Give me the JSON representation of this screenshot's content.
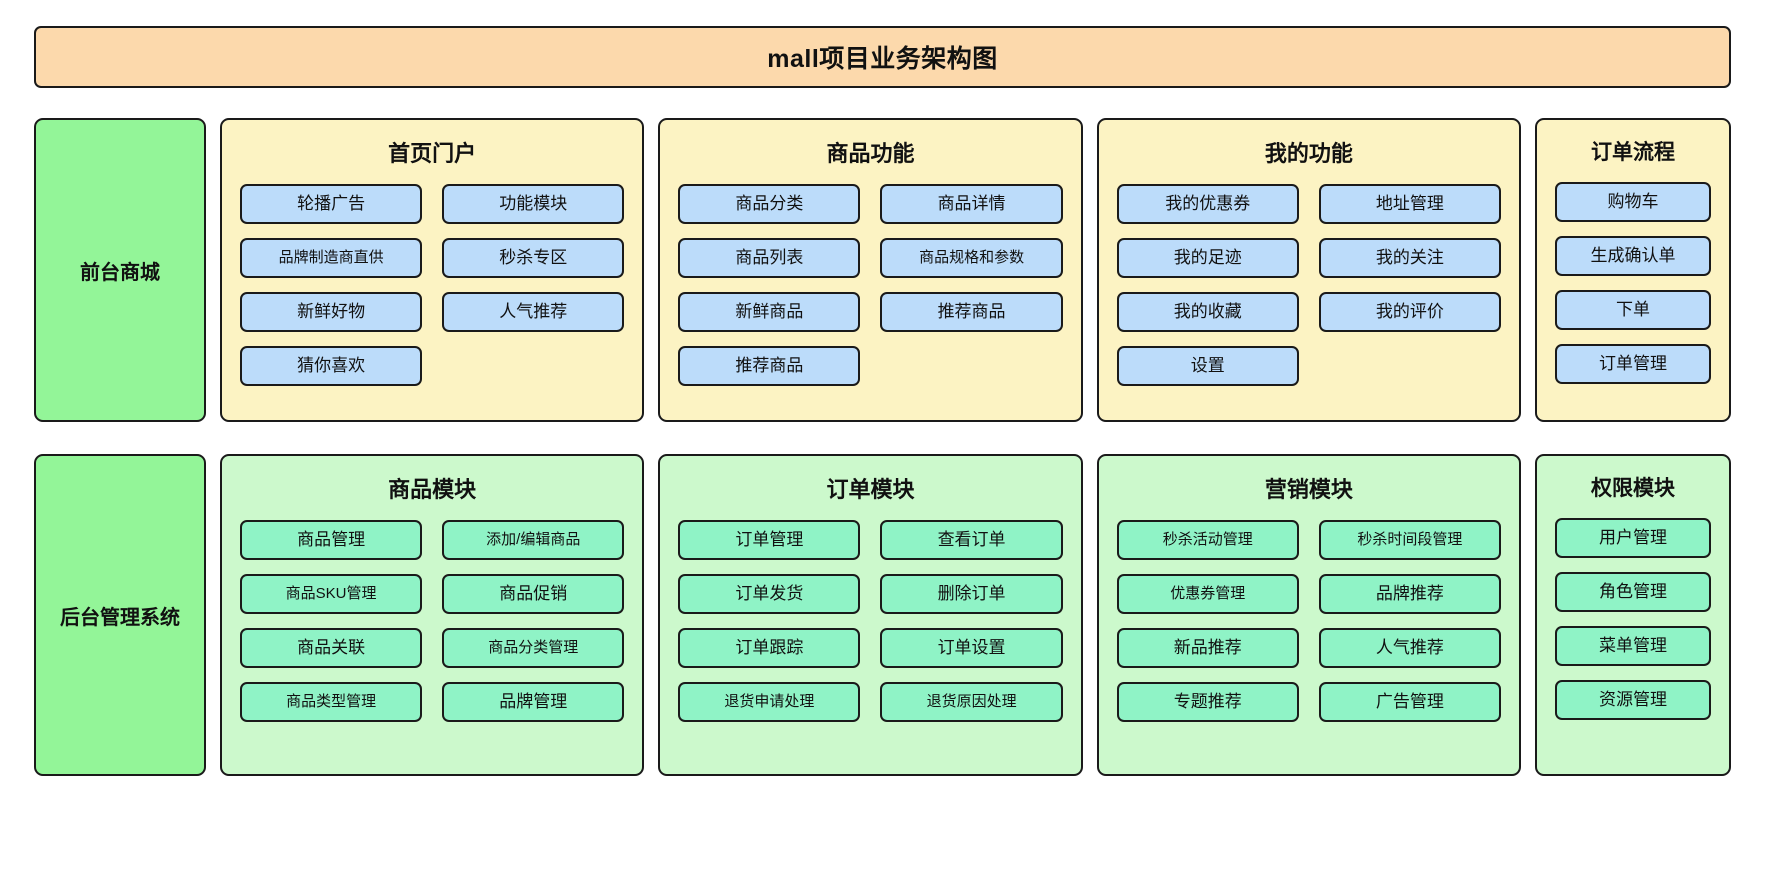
{
  "diagram": {
    "title": "mall项目业务架构图",
    "title_bg": "#fcd9ac",
    "sidebar_bg": "#93f598",
    "front_panel_bg": "#fcf3c3",
    "front_chip_bg": "#bcdcfa",
    "admin_panel_bg": "#ccf9cc",
    "admin_chip_bg": "#8ff3c6"
  },
  "rows": [
    {
      "sidebar": "前台商城",
      "panels": [
        {
          "title": "首页门户",
          "items": [
            "轮播广告",
            "功能模块",
            "品牌制造商直供",
            "秒杀专区",
            "新鲜好物",
            "人气推荐",
            "猜你喜欢"
          ]
        },
        {
          "title": "商品功能",
          "items": [
            "商品分类",
            "商品详情",
            "商品列表",
            "商品规格和参数",
            "新鲜商品",
            "推荐商品",
            "推荐商品"
          ]
        },
        {
          "title": "我的功能",
          "items": [
            "我的优惠券",
            "地址管理",
            "我的足迹",
            "我的关注",
            "我的收藏",
            "我的评价",
            "设置"
          ]
        },
        {
          "title": "订单流程",
          "items": [
            "购物车",
            "生成确认单",
            "下单",
            "订单管理"
          ]
        }
      ]
    },
    {
      "sidebar": "后台管理系统",
      "panels": [
        {
          "title": "商品模块",
          "items": [
            "商品管理",
            "添加/编辑商品",
            "商品SKU管理",
            "商品促销",
            "商品关联",
            "商品分类管理",
            "商品类型管理",
            "品牌管理"
          ]
        },
        {
          "title": "订单模块",
          "items": [
            "订单管理",
            "查看订单",
            "订单发货",
            "删除订单",
            "订单跟踪",
            "订单设置",
            "退货申请处理",
            "退货原因处理"
          ]
        },
        {
          "title": "营销模块",
          "items": [
            "秒杀活动管理",
            "秒杀时间段管理",
            "优惠券管理",
            "品牌推荐",
            "新品推荐",
            "人气推荐",
            "专题推荐",
            "广告管理"
          ]
        },
        {
          "title": "权限模块",
          "items": [
            "用户管理",
            "角色管理",
            "菜单管理",
            "资源管理"
          ]
        }
      ]
    }
  ]
}
